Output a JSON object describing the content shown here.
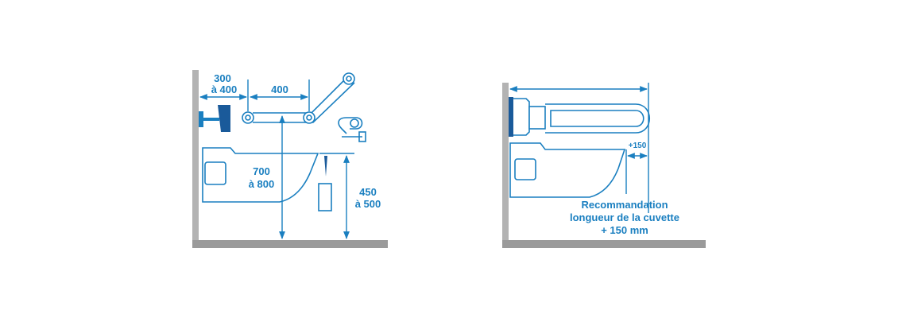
{
  "colors": {
    "accent": "#1a7fc0",
    "line": "#1a7fc0",
    "dark_blue": "#1a5a9a",
    "wall": "#b3b3b3",
    "floor": "#9a9a9a",
    "background": "#ffffff"
  },
  "left_diagram": {
    "dim_wall_to_bar_line1": "300",
    "dim_wall_to_bar_line2": "à 400",
    "dim_bar_length": "400",
    "dim_bar_height_line1": "700",
    "dim_bar_height_line2": "à 800",
    "dim_seat_height_line1": "450",
    "dim_seat_height_line2": "à 500"
  },
  "right_diagram": {
    "dim_extension": "+150",
    "note_line1": "Recommandation",
    "note_line2": "longueur de la cuvette",
    "note_line3": "+ 150 mm"
  }
}
